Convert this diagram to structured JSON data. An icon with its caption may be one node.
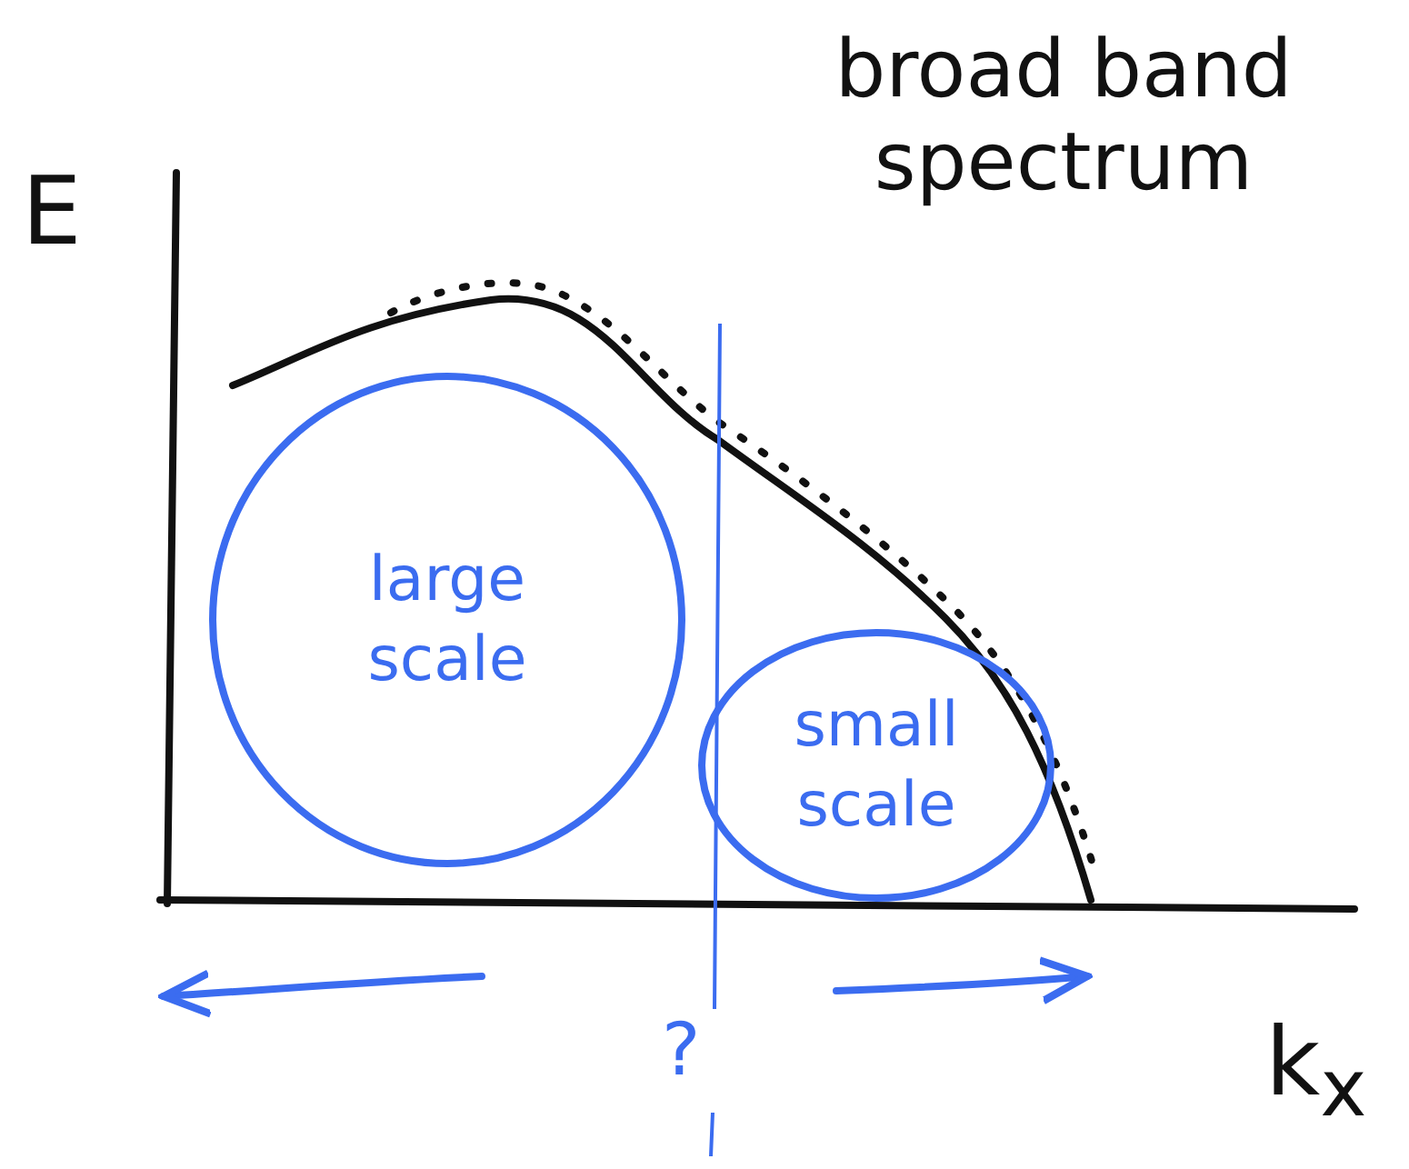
{
  "diagram": {
    "title": "broad band spectrum",
    "nodes": [
      {
        "text": [
          "large scale"
        ]
      },
      {
        "text": [
          "small scale"
        ]
      }
    ],
    "labels": [
      "E",
      "?",
      "k$_{x}$"
    ]
  }
}
